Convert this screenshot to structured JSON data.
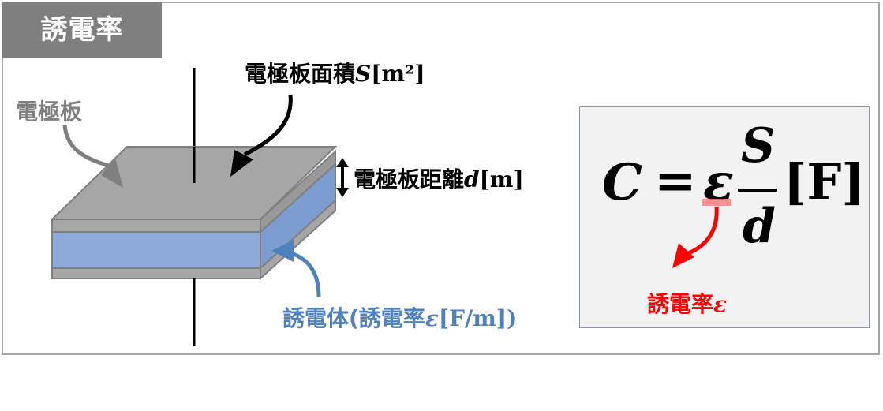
{
  "title": "誘電率",
  "labels": {
    "area_text": "電極板面積",
    "area_var": "S",
    "area_unit": "[m²]",
    "plate": "電極板",
    "distance_text": "電極板距離",
    "distance_var": "d",
    "distance_unit": "[m]",
    "dielectric_text": "誘電体(誘電率",
    "dielectric_var": "ε",
    "dielectric_unit": "[F/m])"
  },
  "formula": {
    "lhs": "C",
    "equals": "=",
    "epsilon": "ε",
    "numerator": "S",
    "denominator": "d",
    "unit": "[F]",
    "annotation_text": "誘電率",
    "annotation_var": "ε"
  },
  "colors": {
    "title_bg": "#7f7f7f",
    "plate_gray": "#a6a6a6",
    "dielectric_blue": "#8eaadb",
    "label_blue": "#4f81bd",
    "label_gray": "#7f7f7f",
    "red": "#ff0000",
    "formula_bg": "#f2f2f2"
  }
}
